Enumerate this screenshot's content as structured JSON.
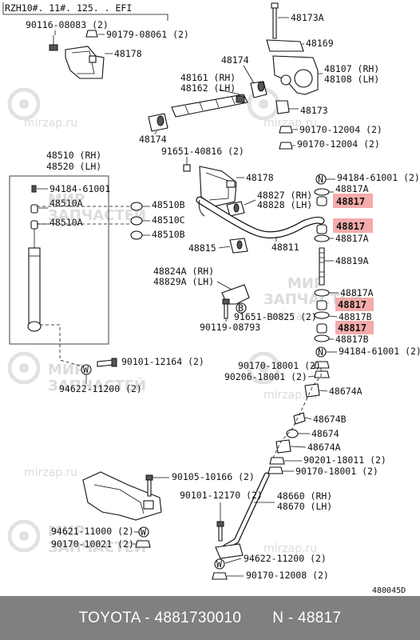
{
  "header_note": "RZH10#. 11#. 125. . EFI",
  "drawing_number": "480045D",
  "watermarks": {
    "line1": "МИР",
    "line2": "ЗАПЧАСТЕЙ",
    "site": "mirzap.ru"
  },
  "colors": {
    "highlight": "#f29c9c",
    "footer_bg": "#808080",
    "footer_text": "#ffffff"
  },
  "labels": {
    "l_90116": "90116-08083 (2)",
    "l_90179": "90179-08061 (2)",
    "l_48178a": "48178",
    "l_48173A": "48173A",
    "l_48169": "48169",
    "l_48174a": "48174",
    "l_48107": "48107 (RH)",
    "l_48108": "48108 (LH)",
    "l_48161": "48161 (RH)",
    "l_48162": "48162 (LH)",
    "l_48173": "48173",
    "l_90170a": "90170-12004 (2)",
    "l_90170b": "90170-12004 (2)",
    "l_48174b": "48174",
    "l_91651a": "91651-40816 (2)",
    "l_48510": "48510 (RH)",
    "l_48520": "48520 (LH)",
    "l_94184a": "94184-61001",
    "l_48510A1": "48510A",
    "l_48510A2": "48510A",
    "l_48510B1": "48510B",
    "l_48510C": "48510C",
    "l_48510B2": "48510B",
    "l_48178b": "48178",
    "l_94184b": "94184-61001 (2)",
    "l_48817A1": "48817A",
    "l_48827": "48827 (RH)",
    "l_48828": "48828 (LH)",
    "l_48817_1": "48817",
    "l_48817_2": "48817",
    "l_48817A2": "48817A",
    "l_48815": "48815",
    "l_48811": "48811",
    "l_48819A": "48819A",
    "l_48824A": "48824A (RH)",
    "l_48829A": "48829A (LH)",
    "l_48817A3": "48817A",
    "l_48817_3": "48817",
    "l_91651b": "91651-B0825 (2)",
    "l_48817B1": "48817B",
    "l_90119": "90119-08793",
    "l_48817_4": "48817",
    "l_48817B2": "48817B",
    "l_94184c": "94184-61001 (2)",
    "l_90101a": "90101-12164 (2)",
    "l_94622a": "94622-11200 (2)",
    "l_90170c": "90170-18001 (2)",
    "l_90206": "90206-18001 (2)",
    "l_48674A1": "48674A",
    "l_48674B": "48674B",
    "l_48674": "48674",
    "l_48674A2": "48674A",
    "l_90201": "90201-18011 (2)",
    "l_90170d": "90170-18001 (2)",
    "l_90105": "90105-10166 (2)",
    "l_90101b": "90101-12170 (2)",
    "l_48660": "48660 (RH)",
    "l_48670": "48670 (LH)",
    "l_94621": "94621-11000 (2)",
    "l_90170e": "90170-10021 (2)",
    "l_94622b": "94622-11200 (2)",
    "l_90170f": "90170-12008 (2)",
    "mk_n1": "N",
    "mk_n2": "N",
    "mk_b": "B",
    "mk_w1": "W",
    "mk_w2": "W",
    "mk_w3": "W"
  },
  "footer": {
    "brand": "TOYOTA",
    "sep": " - ",
    "part_number": "4881730010",
    "gap": "       ",
    "ref": "N - 48817"
  }
}
